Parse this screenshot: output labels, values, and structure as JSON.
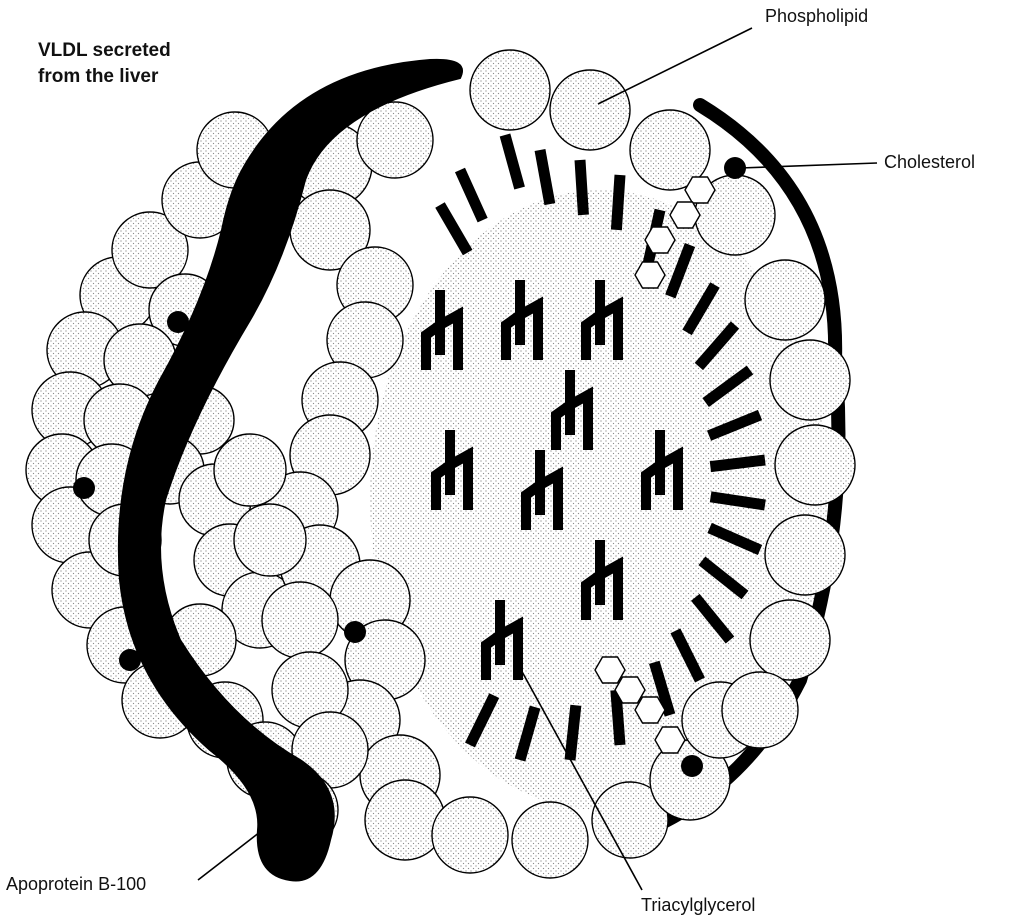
{
  "title": {
    "line1": "VLDL secreted",
    "line2": "from the liver"
  },
  "labels": {
    "phospholipid": "Phospholipid",
    "cholesterol": "Cholesterol",
    "apoprotein": "Apoprotein B-100",
    "triacylglycerol": "Triacylglycerol"
  },
  "colors": {
    "background": "#ffffff",
    "ink": "#000000",
    "stipple": "#9a9a9a"
  }
}
